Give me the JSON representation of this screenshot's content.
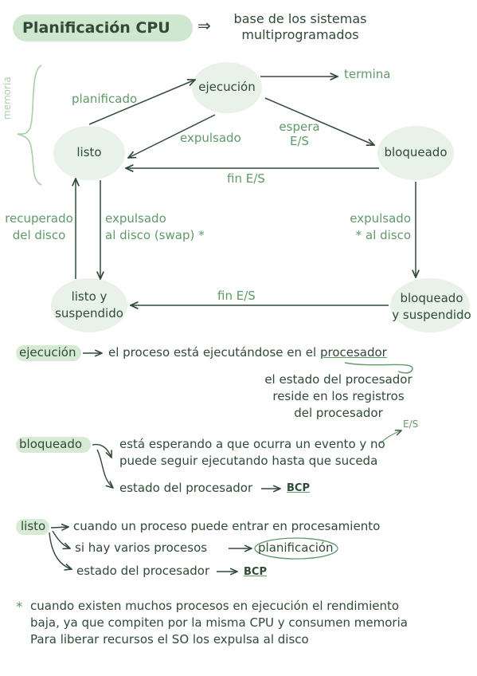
{
  "header": {
    "title": "Planificación CPU",
    "arrow": "⇒",
    "subtitle_line1": "base de los sistemas",
    "subtitle_line2": "multiprogramados"
  },
  "diagram": {
    "memoria_label": "memoria",
    "nodes": {
      "listo": "listo",
      "ejecucion": "ejecución",
      "bloqueado": "bloqueado",
      "listo_suspendido_1": "listo y",
      "listo_suspendido_2": "suspendido",
      "bloqueado_suspendido_1": "bloqueado",
      "bloqueado_suspendido_2": "y suspendido"
    },
    "edges": {
      "planificado": "planificado",
      "termina": "termina",
      "expulsado": "expulsado",
      "espera_1": "espera",
      "espera_2": "E/S",
      "fin_es_top": "fin E/S",
      "recuperado_1": "recuperado",
      "recuperado_2": "del disco",
      "expulsado_disco_1": "expulsado",
      "expulsado_disco_2": "al disco (swap) *",
      "expulsado_disco_right_1": "expulsado",
      "expulsado_disco_right_2": "* al disco",
      "fin_es_bottom": "fin E/S"
    }
  },
  "notes": {
    "ejecucion": {
      "term": "ejecución",
      "def_prefix": "el proceso está ejecutándose en el ",
      "def_underlined": "procesador",
      "sub_1": "el estado del procesador",
      "sub_2": "reside en los registros",
      "sub_3": "del procesador"
    },
    "bloqueado": {
      "term": "bloqueado",
      "es_tag": "E/S",
      "def_1": "está esperando a que ocurra un evento y no",
      "def_2": "puede seguir ejecutando hasta que suceda",
      "estado": "estado del procesador",
      "bcp": "BCP"
    },
    "listo": {
      "term": "listo",
      "item_1": "cuando un proceso puede entrar en procesamiento",
      "item_2": "si hay varios procesos",
      "item_2_target": "planificación",
      "item_3": "estado del procesador",
      "bcp": "BCP"
    },
    "footnote": {
      "star": "*",
      "line_1": "cuando existen muchos procesos en ejecución el rendimiento",
      "line_2": "baja, ya que compiten por la misma CPU y consumen memoria",
      "line_3": "Para liberar recursos el SO los expulsa al disco"
    }
  },
  "colors": {
    "ink": "#2f4a36",
    "accent": "#5f9a68",
    "highlight": "#d6ead4",
    "node_fill": "#e9f2e8"
  }
}
